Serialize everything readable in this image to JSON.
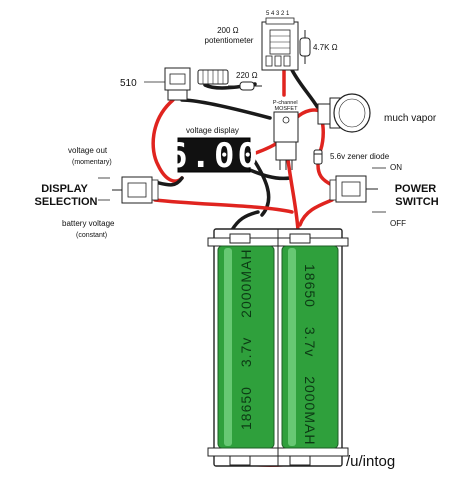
{
  "labels": {
    "potentiometer": "200 Ω\npotentiometer",
    "resistor_47k": "4.7K Ω",
    "resistor_220": "220 Ω",
    "resistor_510": "510",
    "mosfet": "P-channel\nMOSFET",
    "much_vapor": "much vapor",
    "voltage_display": "voltage display",
    "display_reading": "6.00",
    "voltage_out": "voltage out",
    "momentary": "(momentary)",
    "display_selection": "DISPLAY\nSELECTION",
    "battery_voltage": "battery voltage",
    "constant": "(constant)",
    "zener": "5.6v zener diode",
    "on": "ON",
    "power_switch": "POWER\nSWITCH",
    "off": "OFF",
    "credit": "/u/intog",
    "chip_pins": "5 4 3 2 1"
  },
  "batteries": [
    {
      "type": "18650",
      "voltage": "3.7v",
      "capacity": "2000MAH"
    },
    {
      "type": "18650",
      "voltage": "3.7v",
      "capacity": "2000MAH"
    }
  ],
  "colors": {
    "wire_positive": "#e0241f",
    "wire_negative": "#1a1a1a",
    "battery_body": "#2fa03c",
    "battery_shine": "#7fd88a",
    "display_bg": "#111111",
    "display_digits": "#ffffff"
  }
}
